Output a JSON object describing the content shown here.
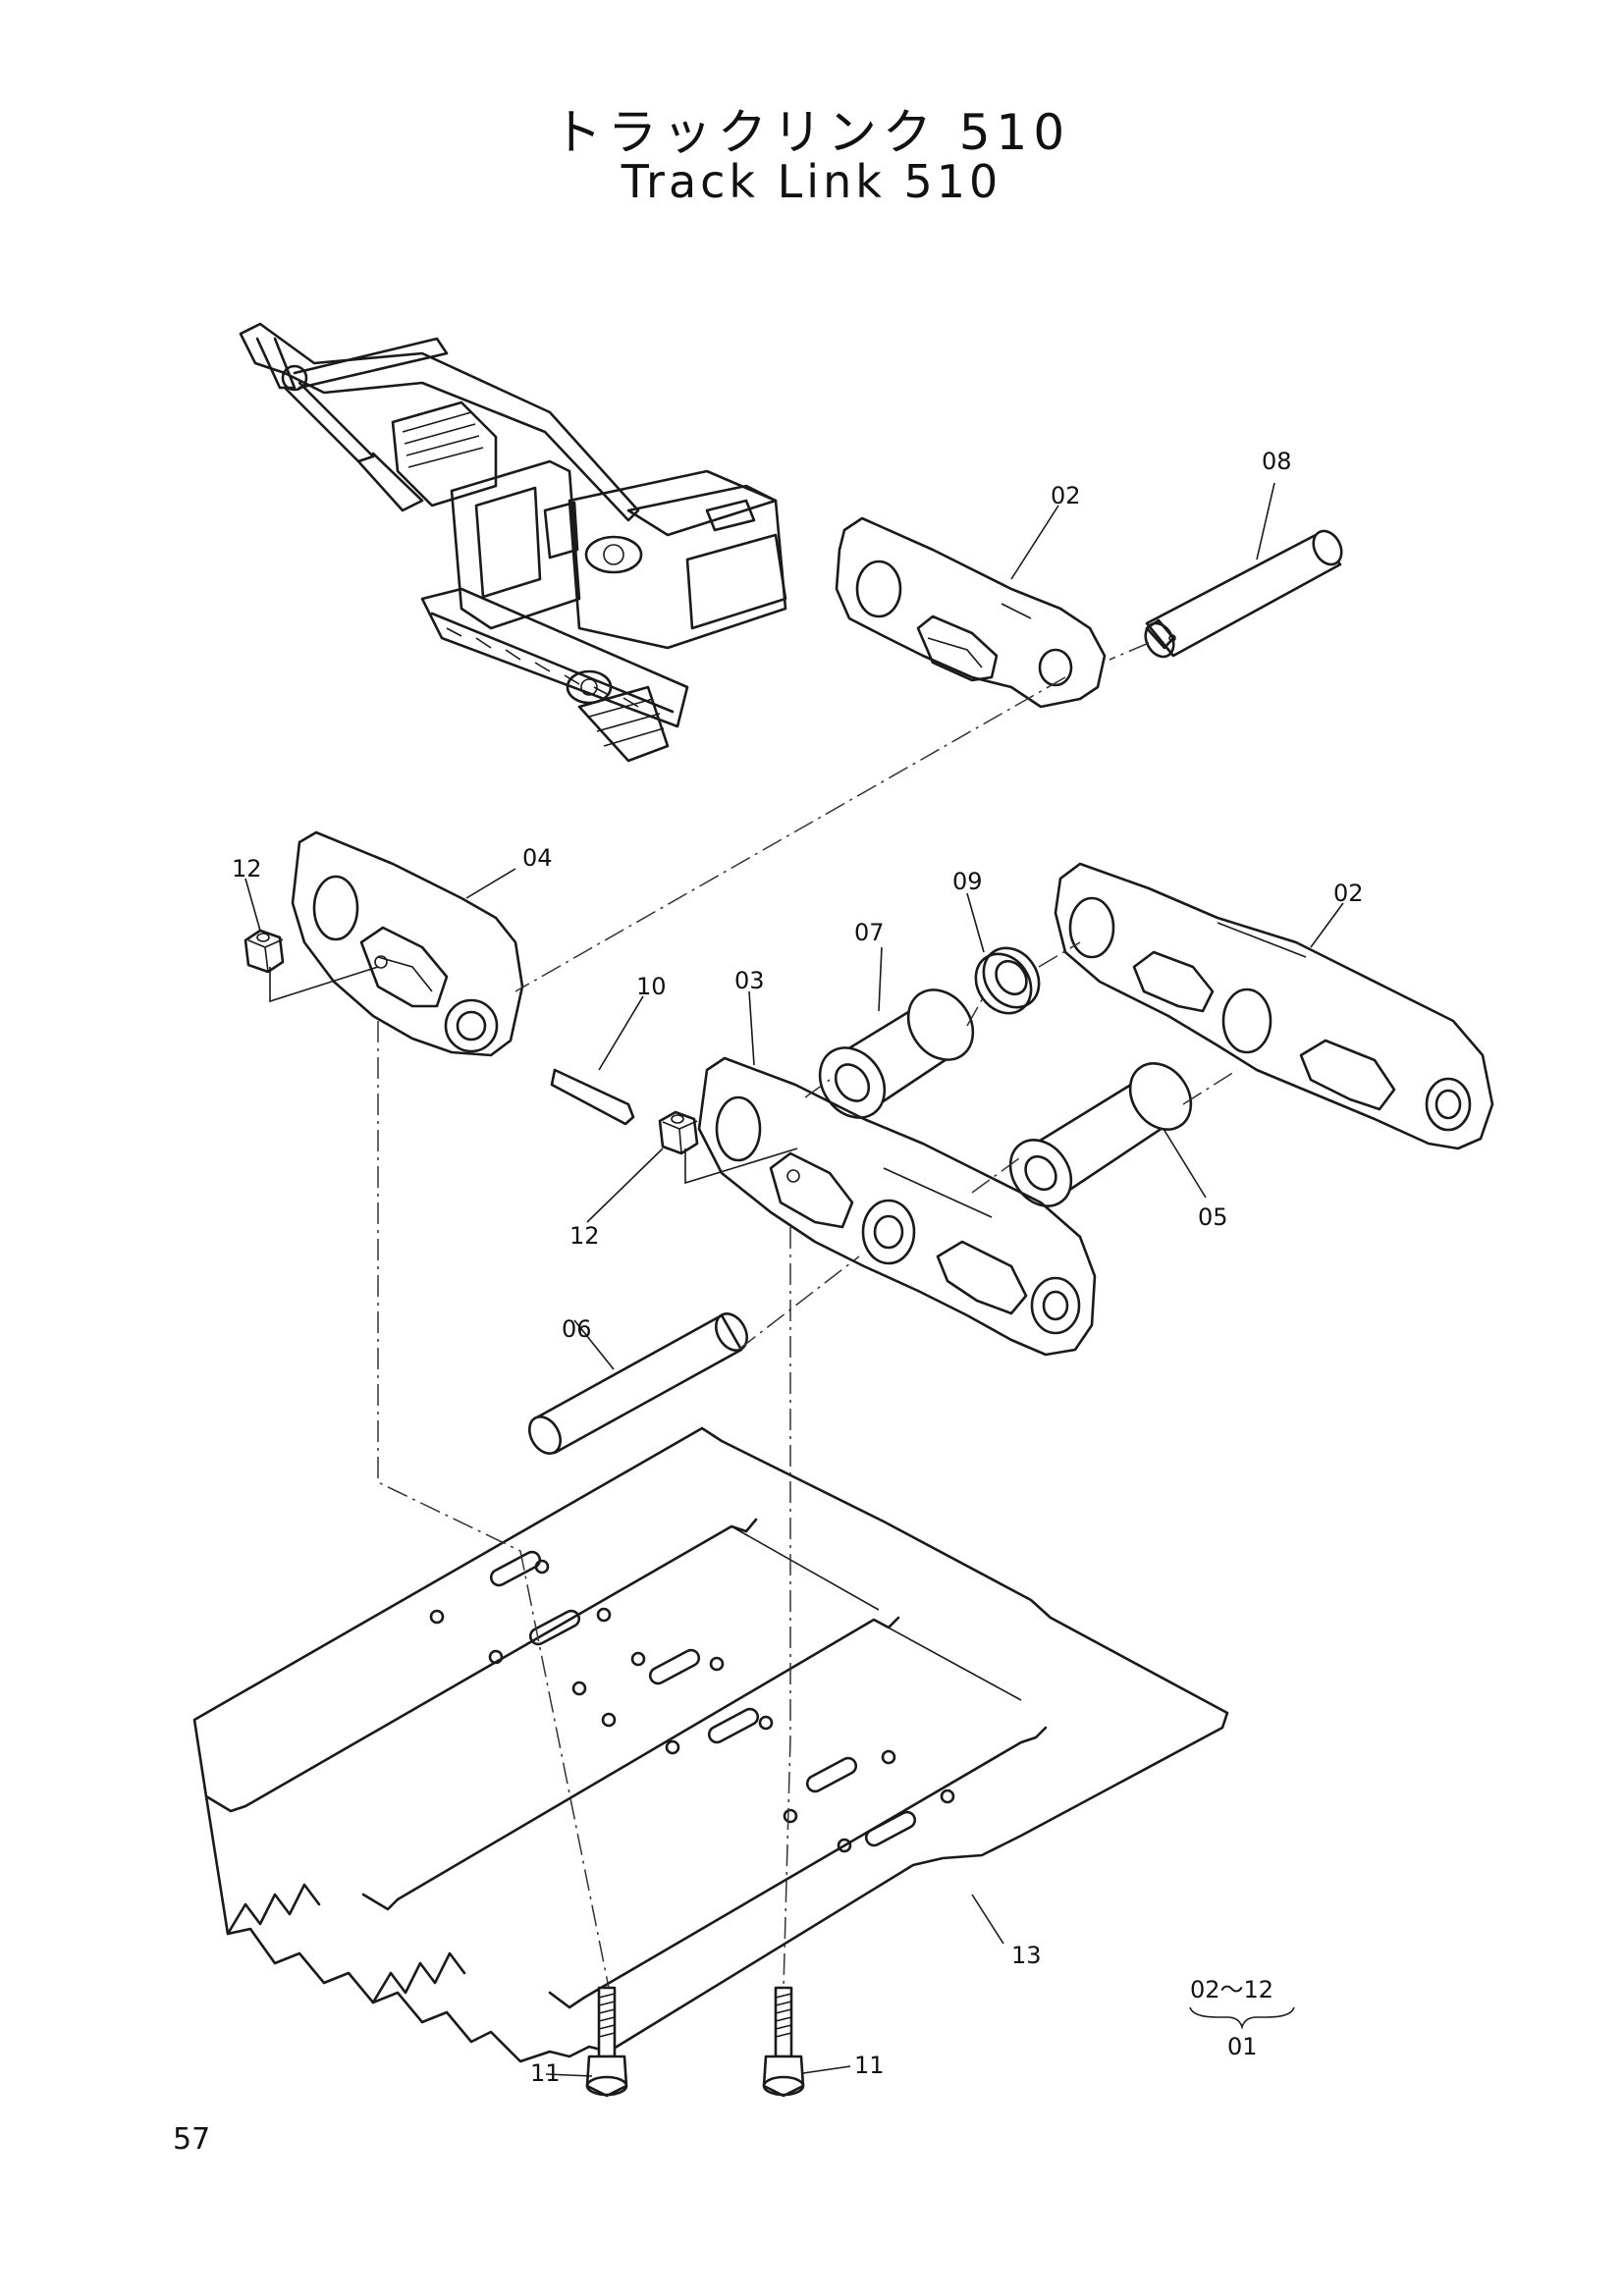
{
  "title": {
    "japanese": "トラックリンク 510",
    "english": "Track Link 510"
  },
  "callouts": {
    "c01": "01",
    "c02a": "02",
    "c02b": "02",
    "c03": "03",
    "c04": "04",
    "c05": "05",
    "c06": "06",
    "c07": "07",
    "c08": "08",
    "c09": "09",
    "c10": "10",
    "c11a": "11",
    "c11b": "11",
    "c12a": "12",
    "c12b": "12",
    "c13": "13"
  },
  "assembly_note": {
    "range": "02～12",
    "assembly": "01"
  },
  "page_number": "57"
}
